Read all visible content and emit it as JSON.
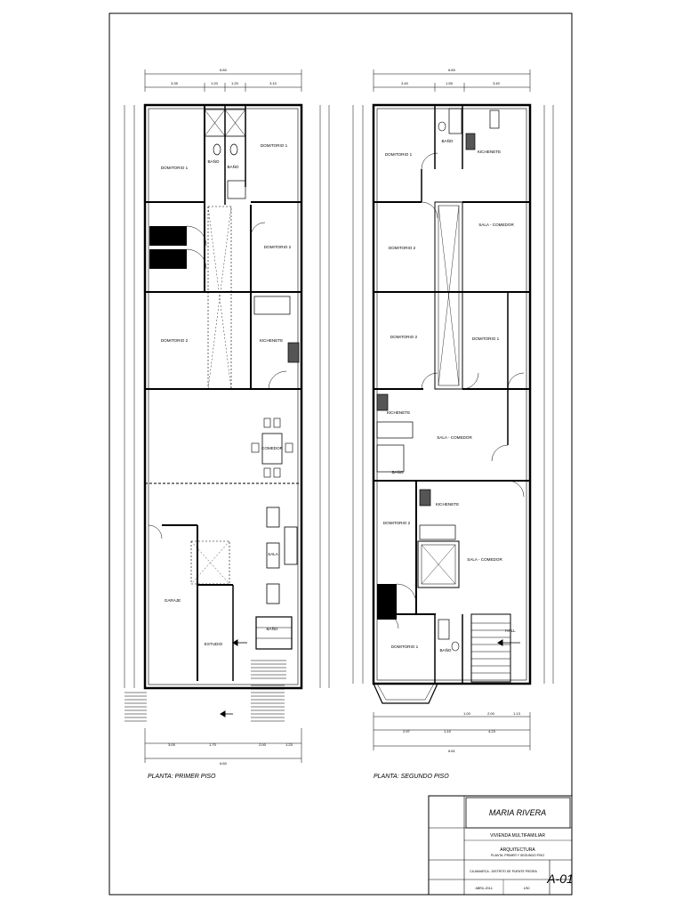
{
  "plans": [
    {
      "caption": "PLANTA: PRIMER PISO",
      "dims_top": {
        "total": "6.60",
        "parts": [
          "3.35",
          "1.20",
          "1.20",
          "3.10"
        ]
      },
      "dims_bottom": {
        "total": "6.60",
        "parts": [
          "3.00",
          "1.70",
          "2.00",
          "1.23"
        ]
      },
      "rooms": [
        "DOMITORIO 1",
        "BAÑO",
        "BAÑO",
        "DOMITORIO 1",
        "DOMITORIO 2",
        "DOMITORIO 2",
        "KICHENETE",
        "COMEDOR",
        "SALA",
        "GARAJE",
        "ESTUDIO",
        "BAÑO"
      ]
    },
    {
      "caption": "PLANTA: SEGUNDO PISO",
      "dims_top": {
        "total": "6.60",
        "parts": [
          "3.40",
          "1.55",
          "3.40"
        ]
      },
      "dims_bottom": {
        "total": "6.61",
        "parts": [
          "2.97",
          "1.10",
          "4.23"
        ]
      },
      "dims_bottom_inner": [
        "1.00",
        "2.00",
        "1.13"
      ],
      "rooms": [
        "DOMITORIO 1",
        "BAÑO",
        "KICHENETE",
        "SALA - COMEDOR",
        "DOMITORIO 2",
        "DOMITORIO 2",
        "DOMITORIO 1",
        "KICHENETE",
        "SALA - COMEDOR",
        "BAÑO",
        "DOMITORIO 2",
        "KICHENETE",
        "SALA - COMEDOR",
        "HALL",
        "DOMITORIO 1",
        "BAÑO"
      ]
    }
  ],
  "title_block": {
    "name": "MARIA RIVERA",
    "project": "VIVIENDA MULTIFAMILIAR",
    "specialty": "ARQUITECTURA",
    "sheet_title": "PLANTA: PRIMER Y SEGUNDO PISO",
    "location": "CAJAMARCA - DISTRITO DE PUENTE PIEDRA",
    "date": "ABRIL-2014",
    "scale": "1/50",
    "code": "A-01"
  }
}
